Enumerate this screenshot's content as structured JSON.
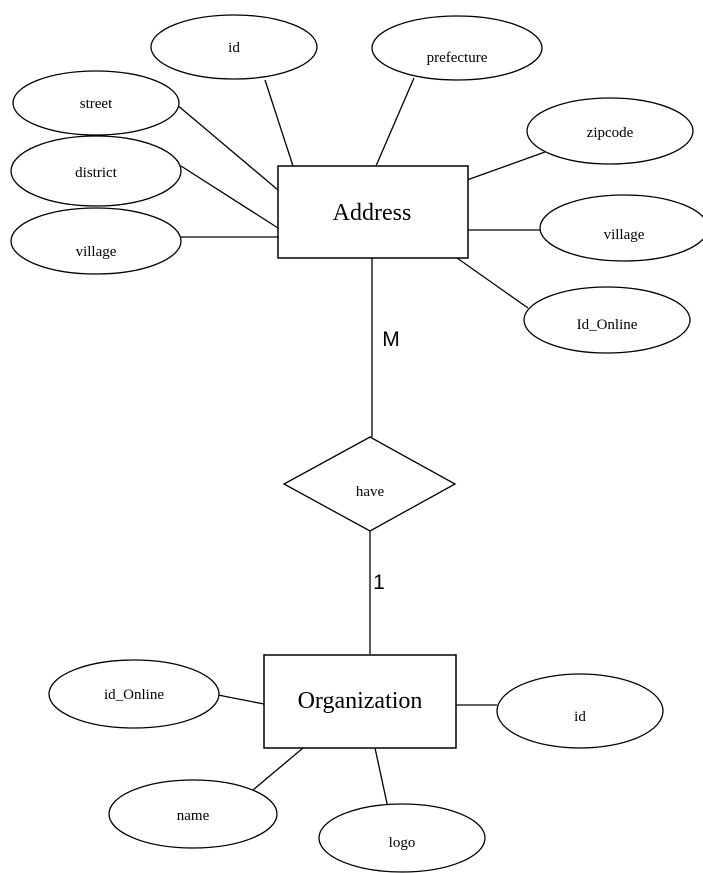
{
  "entities": {
    "address": "Address",
    "organization": "Organization"
  },
  "relationship": {
    "label": "have",
    "card_address_side": "M",
    "card_org_side": "1"
  },
  "address_attributes": {
    "id": "id",
    "prefecture": "prefecture",
    "street": "street",
    "zipcode": "zipcode",
    "district": "district",
    "village_left": "village",
    "village_right": "village",
    "id_online": "Id_Online"
  },
  "organization_attributes": {
    "id_online": "id_Online",
    "id": "id",
    "name": "name",
    "logo": "logo"
  }
}
